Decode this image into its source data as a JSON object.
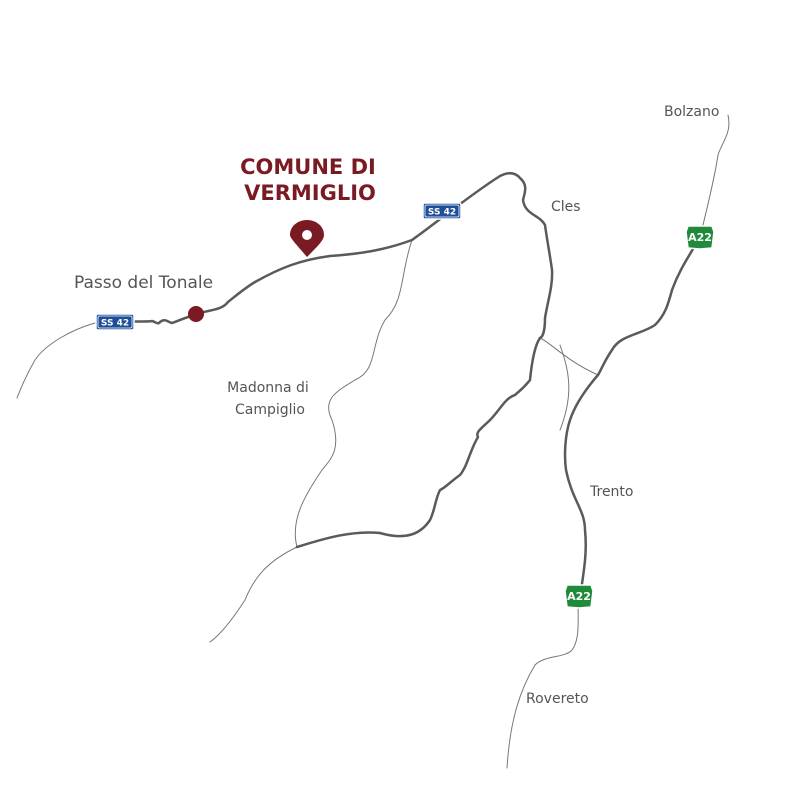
{
  "title": {
    "line1": "COMUNE DI",
    "line2": "VERMIGLIO"
  },
  "places": {
    "tonale": "Passo del Tonale",
    "madonna_line1": "Madonna di",
    "madonna_line2": "Campiglio",
    "cles": "Cles",
    "bolzano": "Bolzano",
    "trento": "Trento",
    "rovereto": "Rovereto"
  },
  "shields": {
    "ss42": "SS 42",
    "a22": "A22"
  },
  "icons": {
    "pin": "map-pin-icon",
    "dot": "location-dot-icon"
  },
  "colors": {
    "accent": "#7a1a22",
    "road_main": "#5a5a5a",
    "road_minor": "#777777",
    "text": "#555555",
    "ss_shield": "#1f4e99",
    "a_shield": "#1e8a3a"
  }
}
